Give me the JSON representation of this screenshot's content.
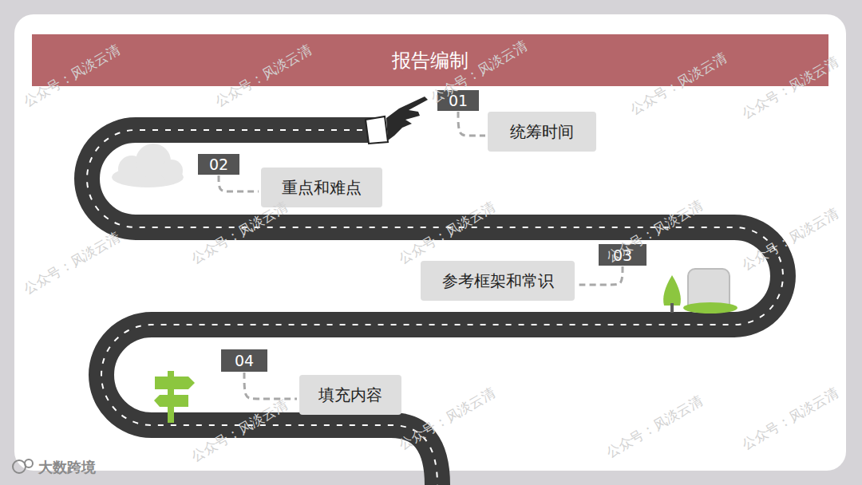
{
  "diagram": {
    "title": "报告编制",
    "nodes": [
      {
        "text": [
          "01"
        ]
      },
      {
        "text": [
          "统筹时间"
        ]
      },
      {
        "text": [
          "02"
        ]
      },
      {
        "text": [
          "重点和难点"
        ]
      },
      {
        "text": [
          "03"
        ]
      },
      {
        "text": [
          "参考框架和常识"
        ]
      },
      {
        "text": [
          "04"
        ]
      },
      {
        "text": [
          "填充内容"
        ]
      }
    ],
    "edges": [
      {
        "from": 0,
        "to": 1,
        "arrow": "none"
      },
      {
        "from": 2,
        "to": 3,
        "arrow": "none"
      },
      {
        "from": 4,
        "to": 5,
        "arrow": "none"
      },
      {
        "from": 6,
        "to": 7,
        "arrow": "none"
      }
    ],
    "labels": [
      "公众号：风淡云清",
      "公众号：风淡云清",
      "公众号：风淡云清",
      "公众号：风淡云清",
      "公众号：风淡云清",
      "公众号：风淡云清",
      "公众号：风淡云清",
      "公众号：风淡云清",
      "公众号：风淡云清",
      "公众号：风淡云清",
      "公众号：风淡云清",
      "公众号：风淡云清",
      "公众号：风淡云清",
      "公众号：风淡云清",
      "大数跨境"
    ]
  }
}
